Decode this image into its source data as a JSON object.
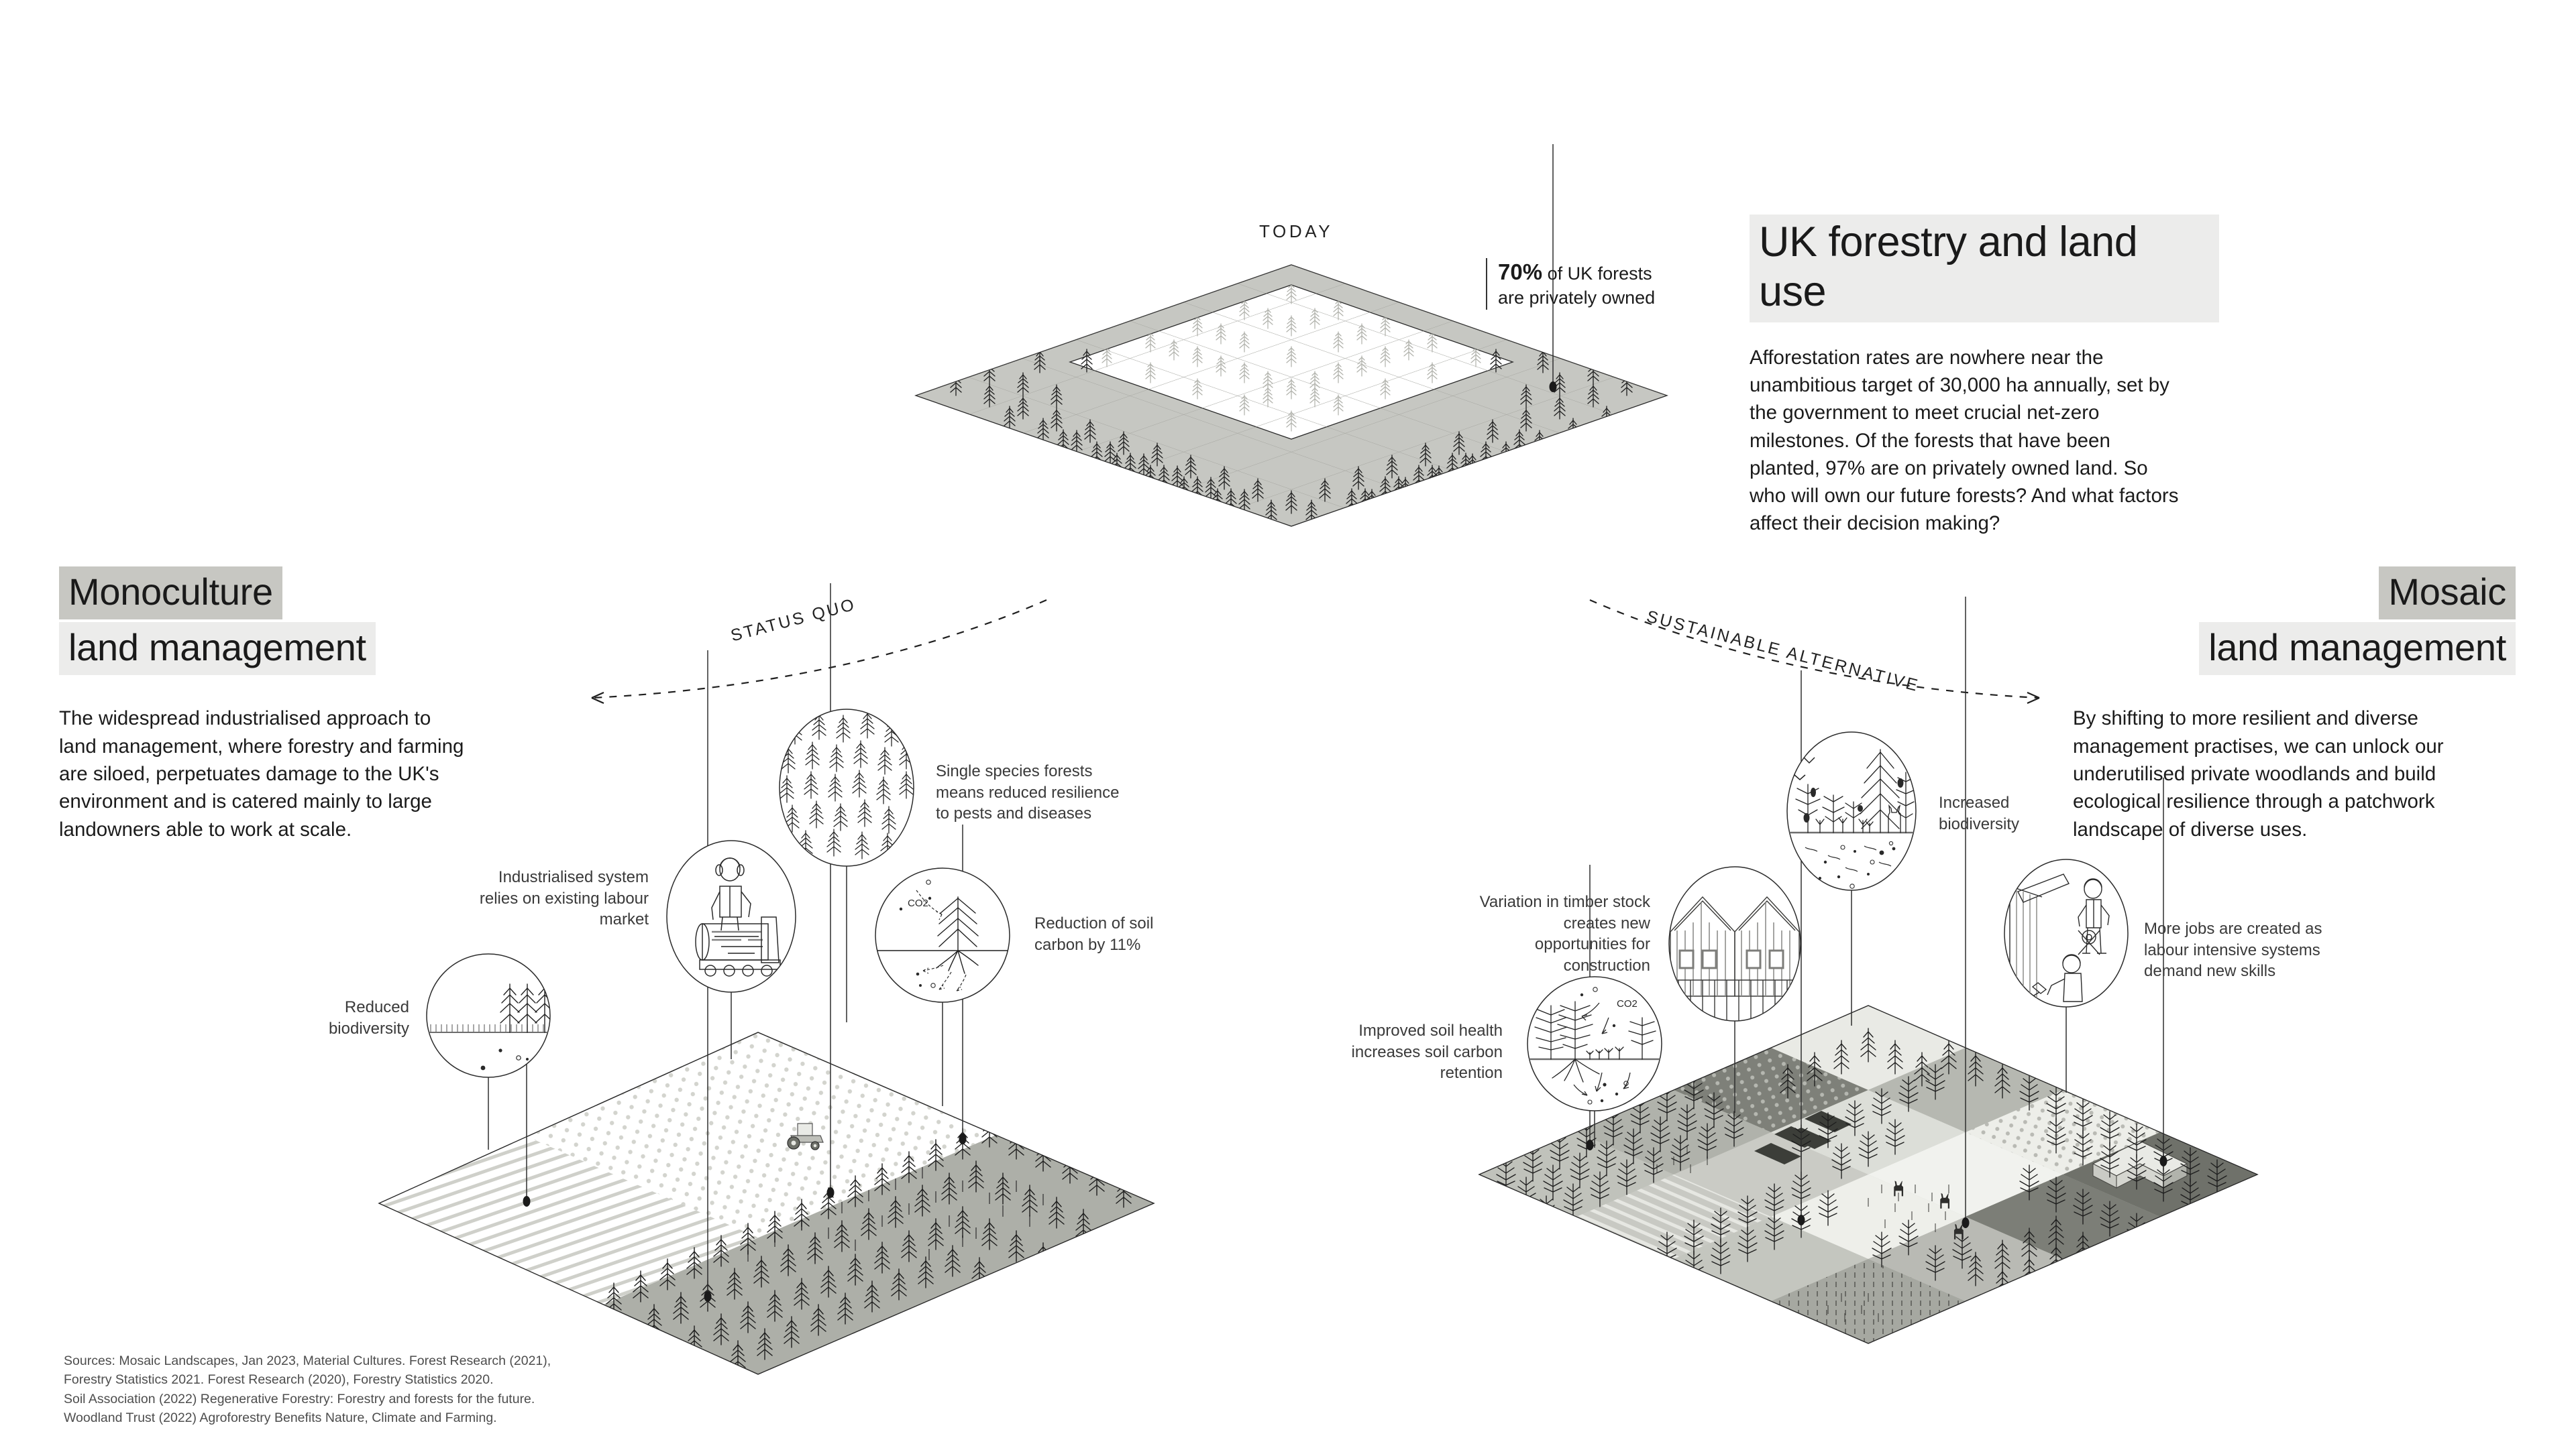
{
  "header": {
    "title": "UK forestry and land use",
    "intro": "Afforestation rates are nowhere near the unambitious target of 30,000 ha annually, set by the government to meet crucial net-zero milestones. Of the forests that have been planted, 97% are on privately owned land. So who will own our future forests? And what factors affect their decision making?"
  },
  "today": {
    "label": "TODAY",
    "stat_value": "70%",
    "stat_text": " of UK forests are privately owned"
  },
  "arrows": {
    "left_label": "STATUS QUO",
    "right_label": "SUSTAINABLE ALTERNATIVE"
  },
  "left_panel": {
    "title_line1": "Monoculture",
    "title_line2": "land management",
    "body": "The widespread industrialised approach to land management, where forestry and farming are siloed, perpetuates damage to the UK's environment and is catered mainly to large landowners able to work at scale.",
    "callouts": [
      {
        "id": "reduced-biodiversity",
        "text": "Reduced biodiversity"
      },
      {
        "id": "labour-market",
        "text": "Industrialised system relies on existing labour market"
      },
      {
        "id": "single-species",
        "text": "Single species forests means reduced resilience to pests and diseases"
      },
      {
        "id": "soil-carbon",
        "text": "Reduction of soil carbon by 11%"
      }
    ],
    "co2_label": "CO2"
  },
  "right_panel": {
    "title_line1": "Mosaic",
    "title_line2": "land management",
    "body": "By shifting to more resilient and diverse management practises, we can unlock our underutilised private woodlands and build ecological resilience through a patchwork landscape of diverse uses.",
    "callouts": [
      {
        "id": "improved-soil-health",
        "text": "Improved soil health increases soil carbon retention"
      },
      {
        "id": "timber-stock",
        "text": "Variation in timber stock creates new opportunities for construction"
      },
      {
        "id": "increased-biodiversity",
        "text": "Increased biodiversity"
      },
      {
        "id": "more-jobs",
        "text": "More jobs are created as labour intensive systems demand new skills"
      }
    ],
    "co2_label": "CO2"
  },
  "footer": {
    "sources_line1": "Sources: Mosaic Landscapes, Jan 2023, Material Cultures. Forest Research (2021),",
    "sources_line2": "Forestry Statistics 2021. Forest Research (2020), Forestry Statistics 2020.",
    "sources_line3": "Soil Association (2022) Regenerative Forestry: Forestry and forests for the future.",
    "sources_line4": "Woodland Trust (2022) Agroforestry Benefits Nature, Climate and Farming."
  },
  "colors": {
    "ink": "#1a1a1a",
    "highlight_dark": "#c7c7c2",
    "highlight_light": "#ececeb",
    "land_grey": "#c3c4bf",
    "land_dark": "#a9aba4",
    "land_light": "#e4e5e0",
    "tree_light": "#b9bab4"
  }
}
